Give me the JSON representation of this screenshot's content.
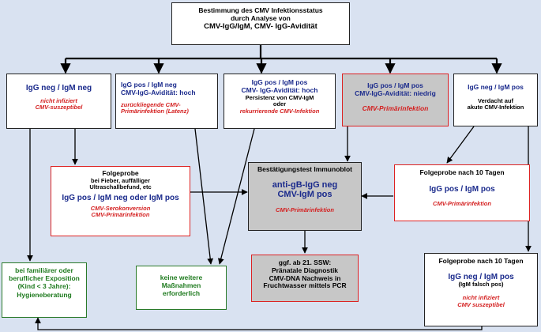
{
  "title": {
    "line1": "Bestimmung des CMV Infektionsstatus",
    "line2": "durch Analyse von",
    "line3": "CMV-IgG/IgM, CMV- IgG-Avidität"
  },
  "box1": {
    "head": "IgG neg / IgM neg",
    "red1": "nicht infiziert",
    "red2": "CMV-suszeptibel"
  },
  "box2": {
    "head1": "IgG pos / IgM neg",
    "head2": "CMV-IgG-Avidität: hoch",
    "red1": "zurückliegende  CMV-",
    "red2": "Primärinfektion (Latenz)"
  },
  "box3": {
    "head1": "IgG pos / IgM pos",
    "head2": "CMV- IgG-Avidität: hoch",
    "line3": "Persistenz von CMV-IgM",
    "line4": "oder",
    "red": "rekurrierende CMV-Infektion"
  },
  "box4": {
    "head1": "IgG pos / IgM pos",
    "head2": "CMV-IgG-Avidität: niedrig",
    "red": "CMV-Primärinfektion"
  },
  "box5": {
    "head": "IgG neg / IgM pos",
    "line1": "Verdacht auf",
    "line2": "akute CMV-Infektion"
  },
  "folgeprobe": {
    "title": "Folgeprobe",
    "line1": "bei Fieber, auffälliger",
    "line2": "Ultraschallbefund, etc",
    "big": "IgG pos / IgM neg oder IgM pos",
    "red1": "CMV-Serokonversion",
    "red2": "CMV-Primärinfektion"
  },
  "immunoblot": {
    "title": "Bestätigungstest Immunoblot",
    "big1": "anti-gB-IgG neg",
    "big2": "CMV-IgM pos",
    "red": "CMV-Primärinfektion"
  },
  "folge10a": {
    "title": "Folgeprobe nach 10 Tagen",
    "big": "IgG pos / IgM pos",
    "red": "CMV-Primärinfektion"
  },
  "hygiene": {
    "line1": "bei familiärer oder",
    "line2": "beruflicher Exposition",
    "line3": "(Kind < 3 Jahre):",
    "line4": "Hygieneberatung"
  },
  "keine": {
    "line1": "keine weitere",
    "line2": "Maßnahmen",
    "line3": "erforderlich"
  },
  "praenatal": {
    "line1": "ggf. ab 21. SSW:",
    "line2": "Pränatale Diagnostik",
    "line3": "CMV-DNA Nachweis in",
    "line4": "Fruchtwasser mittels PCR"
  },
  "folge10b": {
    "title": "Folgeprobe nach 10 Tagen",
    "big": "IgG neg / IgM pos",
    "sub": "(IgM falsch pos)",
    "red1": "nicht infiziert",
    "red2": "CMV suszeptibel"
  },
  "colors": {
    "background": "#d9e2f1",
    "navy": "#1a2a8c",
    "red": "#d41f1f",
    "green": "#1e7a1e",
    "grey": "#c7c7c7"
  }
}
